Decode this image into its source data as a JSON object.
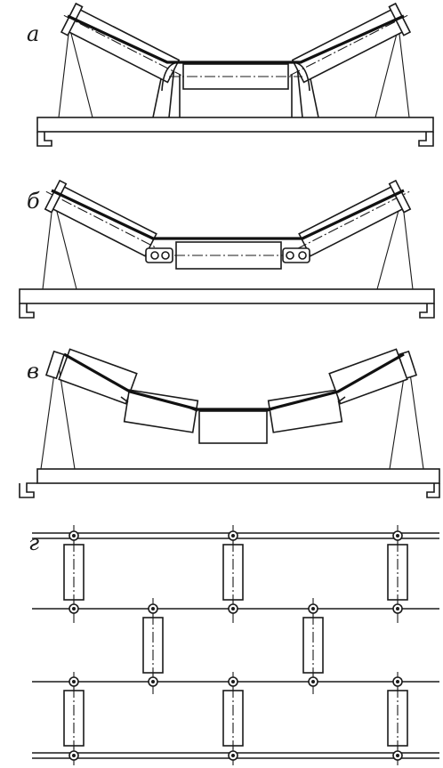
{
  "labels": {
    "a": "а",
    "b": "б",
    "v": "в",
    "g": "г"
  },
  "icons": {
    "trough_3_roll": "troughed-idler-3-roll-icon",
    "trough_3_roll_hinged": "troughed-idler-3-roll-hinged-icon",
    "trough_5_roll": "troughed-idler-5-roll-icon",
    "staggered_plan": "staggered-idler-layout-icon"
  },
  "colors": {
    "ink": "#1a1a1a",
    "background": "#ffffff"
  }
}
